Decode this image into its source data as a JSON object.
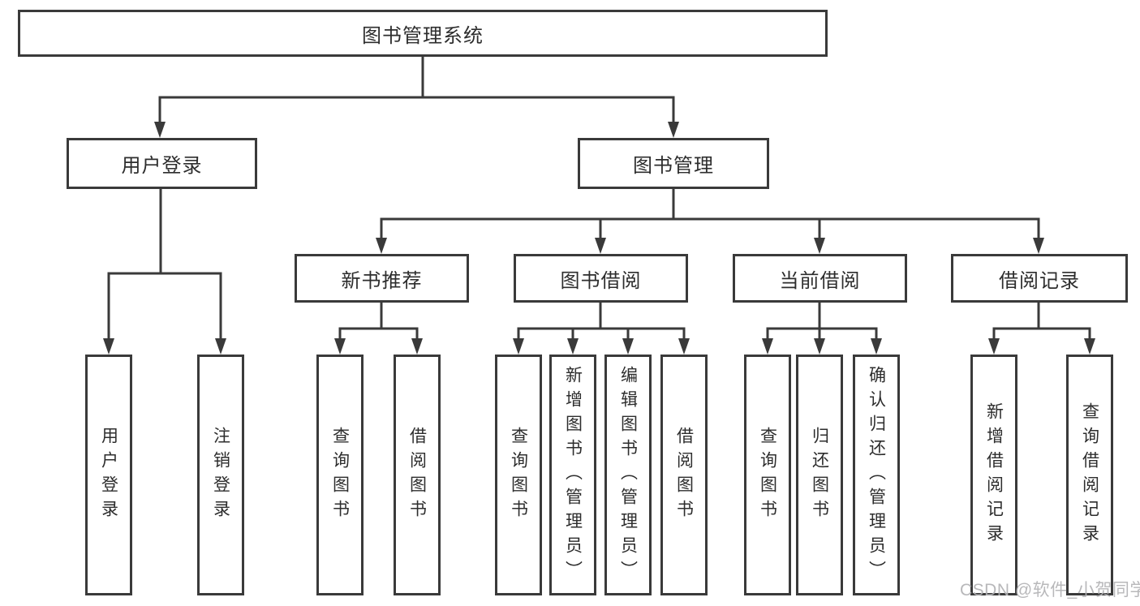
{
  "diagram": {
    "title": "图书管理系统",
    "branches": {
      "user_login": {
        "label": "用户登录",
        "children": [
          {
            "label": "用户登录"
          },
          {
            "label": "注销登录"
          }
        ]
      },
      "book_mgmt": {
        "label": "图书管理",
        "children": [
          {
            "label": "新书推荐",
            "children": [
              {
                "label": "查询图书"
              },
              {
                "label": "借阅图书"
              }
            ]
          },
          {
            "label": "图书借阅",
            "children": [
              {
                "label": "查询图书"
              },
              {
                "label": "新增图书（管理员）"
              },
              {
                "label": "编辑图书（管理员）"
              },
              {
                "label": "借阅图书"
              }
            ]
          },
          {
            "label": "当前借阅",
            "children": [
              {
                "label": "查询图书"
              },
              {
                "label": "归还图书"
              },
              {
                "label": "确认归还（管理员）"
              }
            ]
          },
          {
            "label": "借阅记录",
            "children": [
              {
                "label": "新增借阅记录"
              },
              {
                "label": "查询借阅记录"
              }
            ]
          }
        ]
      }
    }
  },
  "watermark": {
    "text": "CSDN @软件_小贺同学"
  },
  "colors": {
    "line": "#3a3a3a",
    "text": "#2d2d2d",
    "watermark": "#b2b2b5",
    "background": "#ffffff"
  }
}
